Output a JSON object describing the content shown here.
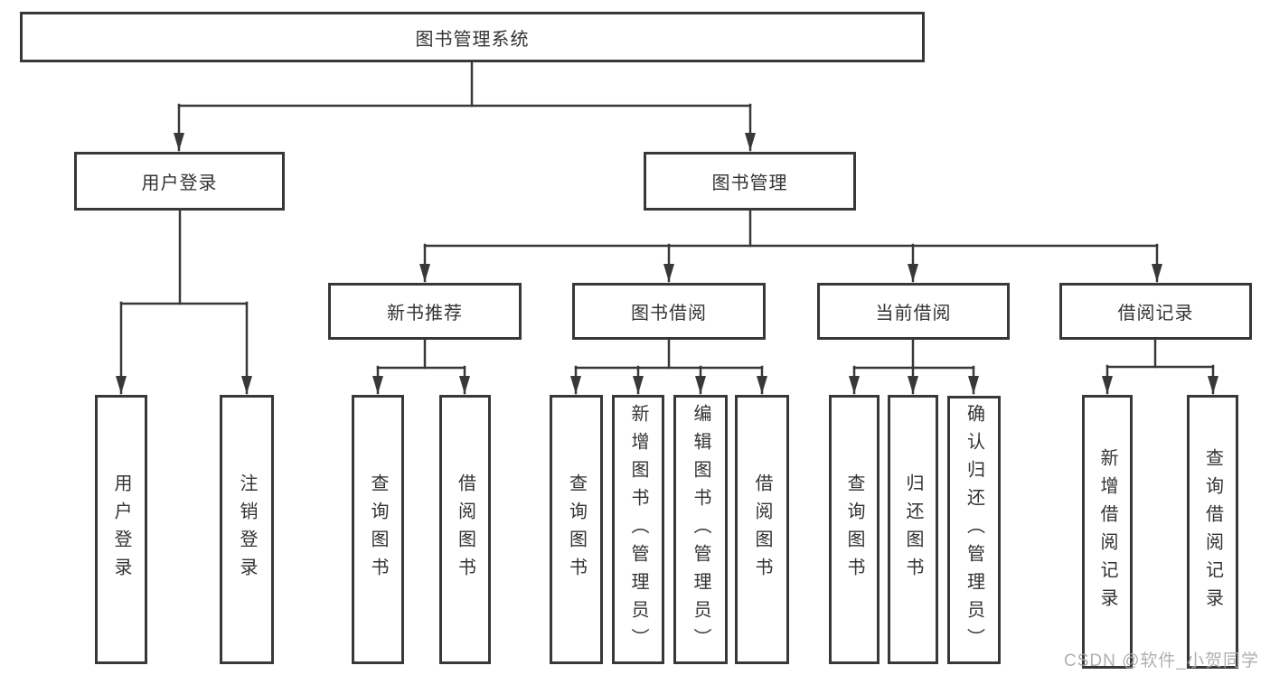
{
  "tree": {
    "root": {
      "label": "图书管理系统"
    },
    "user_login": {
      "label": "用户登录",
      "children": [
        {
          "label": "用户登录"
        },
        {
          "label": "注销登录"
        }
      ]
    },
    "book_mgmt": {
      "label": "图书管理",
      "children": [
        {
          "label": "新书推荐",
          "children": [
            {
              "label": "查询图书"
            },
            {
              "label": "借阅图书"
            }
          ]
        },
        {
          "label": "图书借阅",
          "children": [
            {
              "label": "查询图书"
            },
            {
              "label": "新增图书（管理员）"
            },
            {
              "label": "编辑图书（管理员）"
            },
            {
              "label": "借阅图书"
            }
          ]
        },
        {
          "label": "当前借阅",
          "children": [
            {
              "label": "查询图书"
            },
            {
              "label": "归还图书"
            },
            {
              "label": "确认归还（管理员）"
            }
          ]
        },
        {
          "label": "借阅记录",
          "children": [
            {
              "label": "新增借阅记录"
            },
            {
              "label": "查询借阅记录"
            }
          ]
        }
      ]
    }
  },
  "watermark": "CSDN @软件_小贺同学",
  "colors": {
    "line": "#383838",
    "border": "#383838",
    "text": "#333333",
    "watermark": "#a8a8a8",
    "background": "#ffffff"
  }
}
